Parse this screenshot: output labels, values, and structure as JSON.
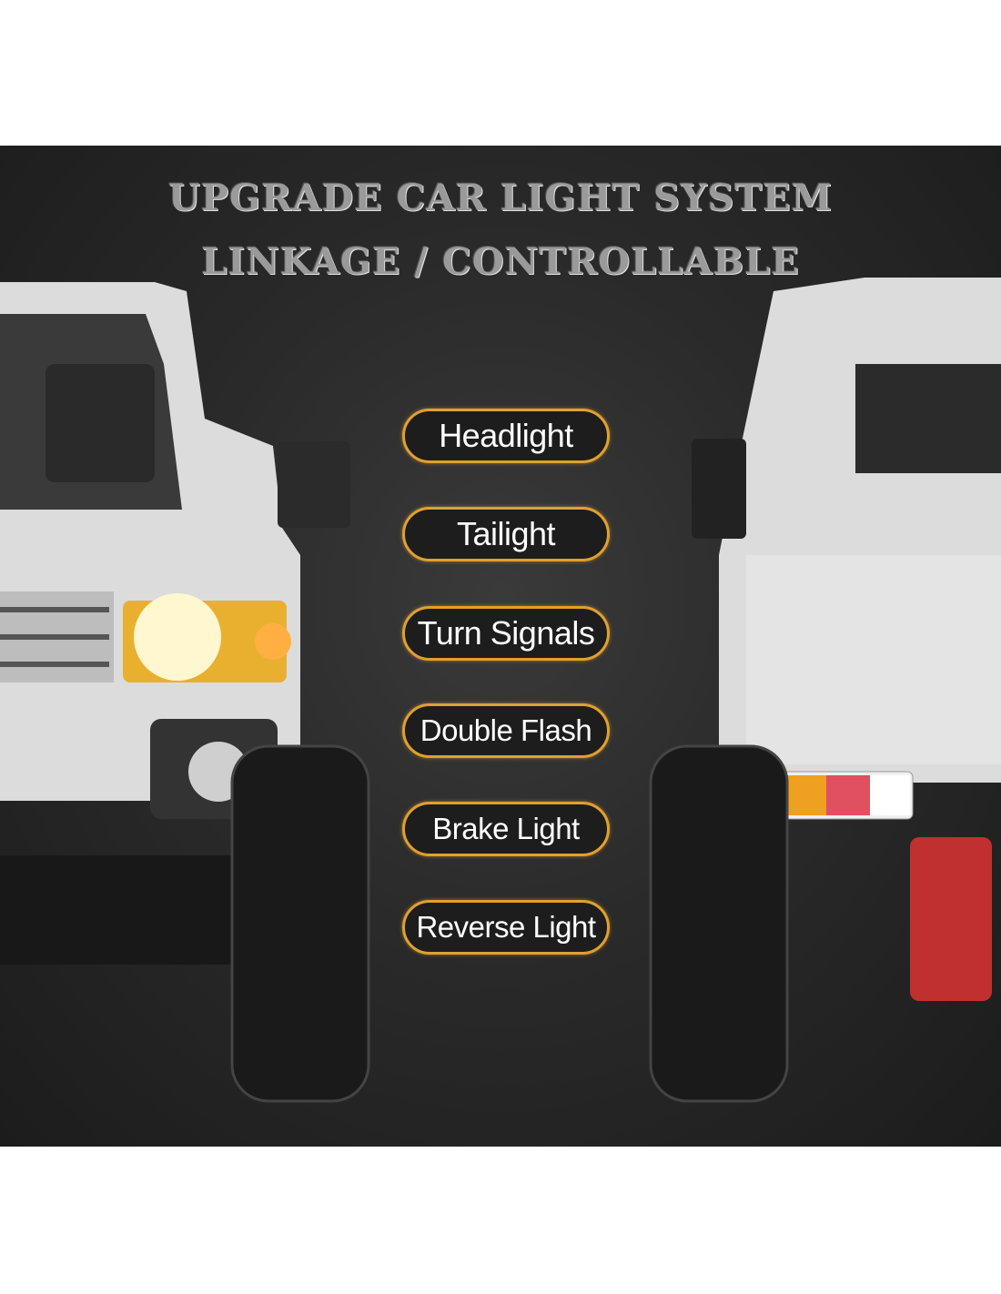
{
  "title": {
    "line1": "UPGRADE CAR LIGHT SYSTEM",
    "line2": "LINKAGE / CONTROLLABLE"
  },
  "features": [
    "Headlight",
    "Tailight",
    "Turn Signals",
    "Double Flash",
    "Brake Light",
    "Reverse Light"
  ],
  "colors": {
    "pill_border": "#e0a030",
    "background": "#2a2a2a",
    "title": "#9a9a9a"
  }
}
